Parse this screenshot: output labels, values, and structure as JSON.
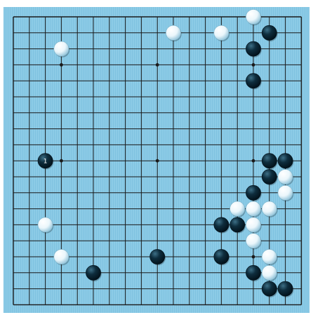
{
  "board": {
    "size": 19,
    "board_color": "#8ccbe6",
    "line_color": "#1a1a1a",
    "star_points": [
      [
        3,
        3
      ],
      [
        9,
        3
      ],
      [
        15,
        3
      ],
      [
        3,
        9
      ],
      [
        9,
        9
      ],
      [
        15,
        9
      ],
      [
        3,
        15
      ],
      [
        9,
        15
      ],
      [
        15,
        15
      ]
    ],
    "stones": [
      {
        "color": "white",
        "col": 15,
        "row": 0
      },
      {
        "color": "white",
        "col": 10,
        "row": 1
      },
      {
        "color": "white",
        "col": 13,
        "row": 1
      },
      {
        "color": "black",
        "col": 16,
        "row": 1
      },
      {
        "color": "white",
        "col": 3,
        "row": 2
      },
      {
        "color": "black",
        "col": 15,
        "row": 2
      },
      {
        "color": "black",
        "col": 15,
        "row": 4
      },
      {
        "color": "black",
        "col": 2,
        "row": 9,
        "label": "1"
      },
      {
        "color": "black",
        "col": 16,
        "row": 9
      },
      {
        "color": "black",
        "col": 17,
        "row": 9
      },
      {
        "color": "black",
        "col": 16,
        "row": 10
      },
      {
        "color": "white",
        "col": 17,
        "row": 10
      },
      {
        "color": "black",
        "col": 15,
        "row": 11
      },
      {
        "color": "white",
        "col": 17,
        "row": 11
      },
      {
        "color": "white",
        "col": 14,
        "row": 12
      },
      {
        "color": "white",
        "col": 15,
        "row": 12
      },
      {
        "color": "white",
        "col": 16,
        "row": 12
      },
      {
        "color": "white",
        "col": 2,
        "row": 13
      },
      {
        "color": "black",
        "col": 13,
        "row": 13
      },
      {
        "color": "black",
        "col": 14,
        "row": 13
      },
      {
        "color": "white",
        "col": 15,
        "row": 13
      },
      {
        "color": "white",
        "col": 15,
        "row": 14
      },
      {
        "color": "white",
        "col": 3,
        "row": 15
      },
      {
        "color": "black",
        "col": 9,
        "row": 15
      },
      {
        "color": "black",
        "col": 13,
        "row": 15
      },
      {
        "color": "white",
        "col": 16,
        "row": 15
      },
      {
        "color": "black",
        "col": 5,
        "row": 16
      },
      {
        "color": "black",
        "col": 15,
        "row": 16
      },
      {
        "color": "white",
        "col": 16,
        "row": 16
      },
      {
        "color": "black",
        "col": 16,
        "row": 17
      },
      {
        "color": "black",
        "col": 17,
        "row": 17
      }
    ]
  }
}
